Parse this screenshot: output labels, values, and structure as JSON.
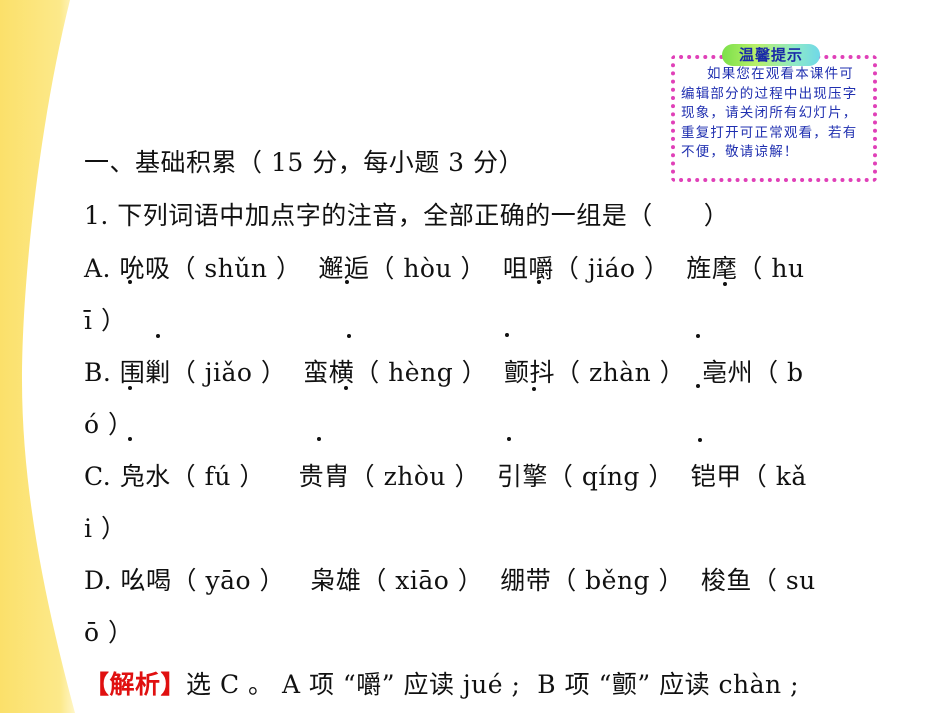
{
  "notice": {
    "title": "温馨提示",
    "lines": [
      "如果您在观看本课件可",
      "编辑部分的过程中出现压字",
      "现象，请关闭所有幻灯片，",
      "重复打开可正常观看，若有",
      "不便，敬请谅解！"
    ]
  },
  "section_heading": "一、基础积累（ 15 分，每小题 3 分）",
  "question": {
    "stem": "1. 下列词语中加点字的注音，全部正确的一组是（　　）",
    "options": [
      {
        "label": "A.",
        "line1": "A. 吮吸（ shǔn ）  邂逅（ hòu ）  咀嚼（ jiáo ）  旌麾（ hu",
        "line2": "ī ）"
      },
      {
        "label": "B.",
        "line1": "B. 围剿（ jiǎo ）  蛮横（ hèng ）  颤抖（ zhàn ）  亳州（ b",
        "line2": "ó ）"
      },
      {
        "label": "C.",
        "line1": "C. 凫水（ fú ）    贵胄（ zhòu ）  引擎（ qíng ）  铠甲（ kǎ",
        "line2": "i ）"
      },
      {
        "label": "D.",
        "line1": "D. 吆喝（ yāo ）   枭雄（ xiāo ）  绷带（ běng ）  梭鱼（ su",
        "line2": "ō ）"
      }
    ]
  },
  "analysis": {
    "tag": "【解析】",
    "text": "选 C 。 A 项 “嚼” 应读 jué ;  B 项 “颤” 应读 chàn ;"
  },
  "colors": {
    "yellow_band": "#fbe46a",
    "notice_border": "#e040b8",
    "notice_text": "#2030b0",
    "analysis_tag": "#e01010"
  }
}
